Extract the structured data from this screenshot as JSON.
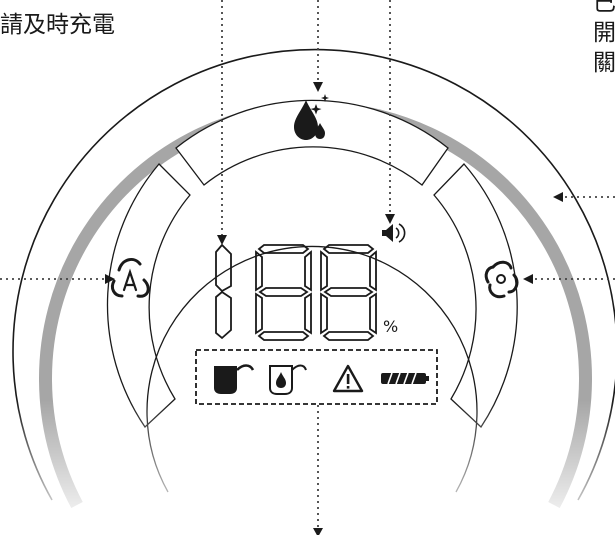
{
  "annotations": {
    "left_text": "請及時充電",
    "right_text": [
      "已",
      "開",
      "關"
    ]
  },
  "display": {
    "digits": "188",
    "unit": "%"
  },
  "icons": {
    "top": "water-drop-sparkle-icon",
    "left": "fan-auto-icon",
    "right": "fan-icon",
    "sound": "speaker-icon",
    "tray": [
      "water-tank-full-icon",
      "water-tank-refill-icon",
      "warning-icon",
      "battery-icon"
    ]
  },
  "colors": {
    "outline": "#1a1a1a",
    "ring": "#a6a6a6",
    "leader": "#444444"
  }
}
